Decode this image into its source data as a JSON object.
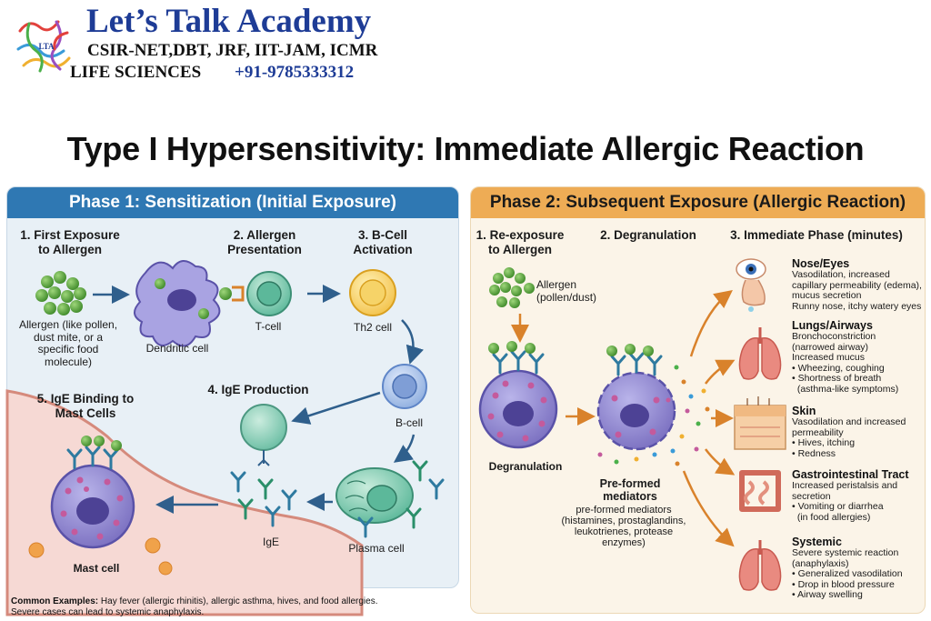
{
  "header": {
    "brand_name": "Let’s Talk Academy",
    "logo_text": "LTA",
    "exams": "CSIR-NET,DBT, JRF, IIT-JAM, ICMR",
    "subject": "LIFE SCIENCES",
    "phone": "+91-9785333312"
  },
  "title": "Type I Hypersensitivity: Immediate Allergic Reaction",
  "phase1": {
    "heading": "Phase 1: Sensitization (Initial Exposure)",
    "steps": {
      "s1": "1. First Exposure to Allergen",
      "s2": "2. Allergen Presentation",
      "s3": "3. B-Cell Activation",
      "s4": "4. IgE Production",
      "s5": "5. IgE Binding to Mast Cells"
    },
    "labels": {
      "allergen": "Allergen (like pollen, dust mite, or a specific food molecule)",
      "dendritic": "Dendritic cell",
      "tcell": "T-cell",
      "th2": "Th2 cell",
      "bcell": "B-cell",
      "plasma": "Plasma cell",
      "ige": "IgE",
      "mast": "Mast cell"
    }
  },
  "phase2": {
    "heading": "Phase 2: Subsequent Exposure (Allergic Reaction)",
    "steps": {
      "s1": "1. Re-exposure to Allergen",
      "s2": "2. Degranulation",
      "s3": "3. Immediate Phase (minutes)"
    },
    "labels": {
      "allergen": "Allergen (pollen/dust)",
      "degranulation": "Degranulation",
      "mediators_title": "Pre-formed mediators",
      "mediators_text": "pre-formed mediators (histamines, prostaglandins, leukotrienes, protease enzymes)"
    },
    "effects": [
      {
        "title": "Nose/Eyes",
        "lines": [
          "Vasodilation, increased",
          "capillary permeability (edema),",
          "mucus secretion",
          "Runny nose, itchy watery eyes"
        ]
      },
      {
        "title": "Lungs/Airways",
        "lines": [
          "Bronchoconstriction",
          "(narrowed airway)",
          "Increased mucus",
          "• Wheezing, coughing",
          "• Shortness of breath",
          "  (asthma-like symptoms)"
        ]
      },
      {
        "title": "Skin",
        "lines": [
          "Vasodilation and increased",
          "permeability",
          "• Hives, itching",
          "• Redness"
        ]
      },
      {
        "title": "Gastrointestinal Tract",
        "lines": [
          "Increased peristalsis and",
          "secretion",
          "• Vomiting or diarrhea",
          "  (in food allergies)"
        ]
      },
      {
        "title": "Systemic",
        "lines": [
          "Severe systemic reaction",
          "(anaphylaxis)",
          "• Generalized vasodilation",
          "• Drop in blood pressure",
          "• Airway swelling"
        ]
      }
    ]
  },
  "footer": {
    "label": "Common Examples:",
    "text1": "Hay fever (allergic rhinitis), allergic asthma, hives, and food allergies.",
    "text2": "Severe cases can lead to systemic anaphylaxis."
  },
  "colors": {
    "brand_blue": "#1e3c96",
    "phase1_header": "#2f78b3",
    "phase2_header": "#eeac55",
    "phase1_bg": "#e8f0f6",
    "phase2_bg": "#fbf4e8",
    "allergen_green": "#5aa83c",
    "mast_purple": "#7a6fc0",
    "arrow_blue": "#2f5f8c",
    "arrow_orange": "#d9822b"
  }
}
